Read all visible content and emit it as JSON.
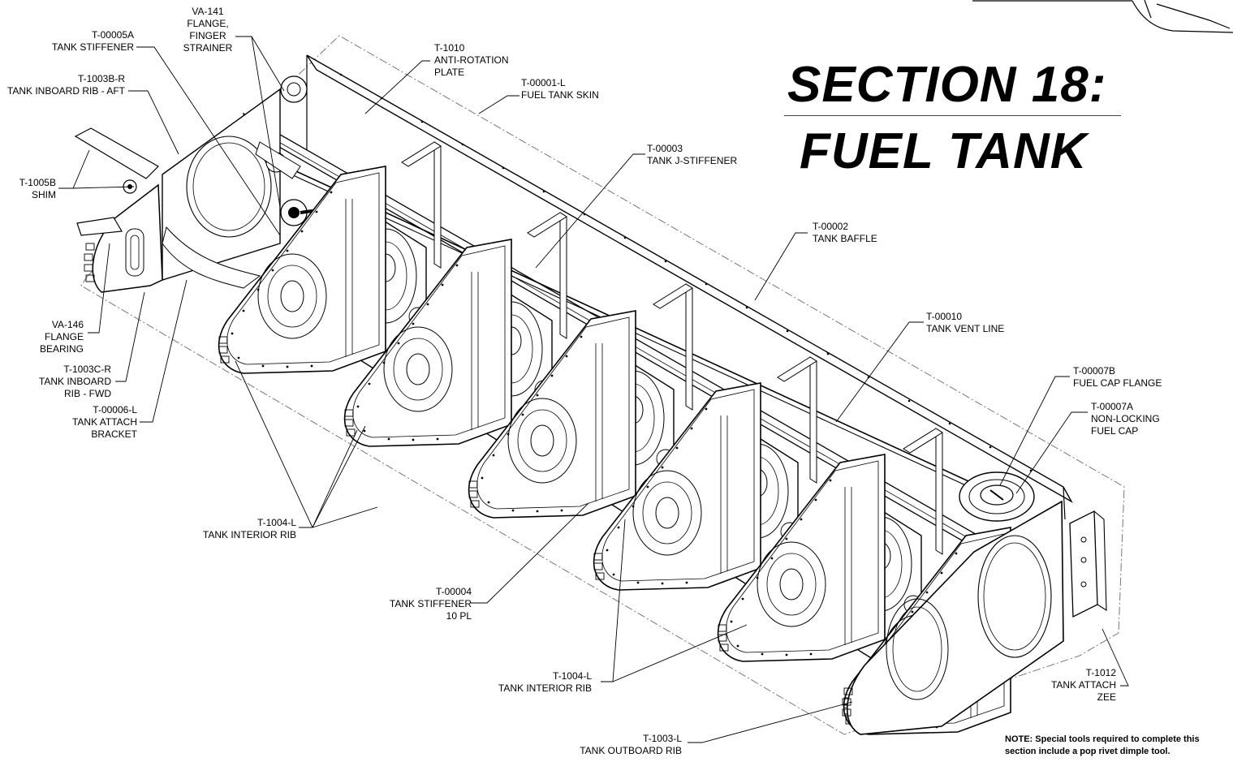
{
  "title": {
    "line1": "SECTION 18:",
    "line2": "FUEL TANK"
  },
  "labels": {
    "t00005a": {
      "part": "T-00005A",
      "desc": "TANK STIFFENER"
    },
    "va141": {
      "part": "VA-141",
      "desc1": "FLANGE,",
      "desc2": "FINGER",
      "desc3": "STRAINER"
    },
    "t1010": {
      "part": "T-1010",
      "desc1": "ANTI-ROTATION",
      "desc2": "PLATE"
    },
    "t1003br": {
      "part": "T-1003B-R",
      "desc": "TANK INBOARD RIB - AFT"
    },
    "t00001l": {
      "part": "T-00001-L",
      "desc": "FUEL TANK SKIN"
    },
    "t1005b": {
      "part": "T-1005B",
      "desc": "SHIM"
    },
    "t00003": {
      "part": "T-00003",
      "desc": "TANK J-STIFFENER"
    },
    "t00002": {
      "part": "T-00002",
      "desc": "TANK BAFFLE"
    },
    "va146": {
      "part": "VA-146",
      "desc1": "FLANGE",
      "desc2": "BEARING"
    },
    "t00010": {
      "part": "T-00010",
      "desc": "TANK VENT LINE"
    },
    "t1003cr": {
      "part": "T-1003C-R",
      "desc1": "TANK INBOARD",
      "desc2": "RIB - FWD"
    },
    "t00007b": {
      "part": "T-00007B",
      "desc": "FUEL CAP FLANGE"
    },
    "t00006l": {
      "part": "T-00006-L",
      "desc1": "TANK ATTACH",
      "desc2": "BRACKET"
    },
    "t00007a": {
      "part": "T-00007A",
      "desc1": "NON-LOCKING",
      "desc2": "FUEL CAP"
    },
    "t1004l_a": {
      "part": "T-1004-L",
      "desc": "TANK INTERIOR RIB"
    },
    "t00004": {
      "part": "T-00004",
      "desc1": "TANK STIFFENER",
      "desc2": "10 PL"
    },
    "t1004l_b": {
      "part": "T-1004-L",
      "desc": "TANK INTERIOR RIB"
    },
    "t1012": {
      "part": "T-1012",
      "desc1": "TANK ATTACH",
      "desc2": "ZEE"
    },
    "t1003l": {
      "part": "T-1003-L",
      "desc": "TANK OUTBOARD RIB"
    }
  },
  "note": {
    "line1": "NOTE: Special tools required to complete this",
    "line2": "section include a pop rivet dimple tool."
  },
  "colors": {
    "line": "#000000",
    "phantom": "#777777"
  }
}
